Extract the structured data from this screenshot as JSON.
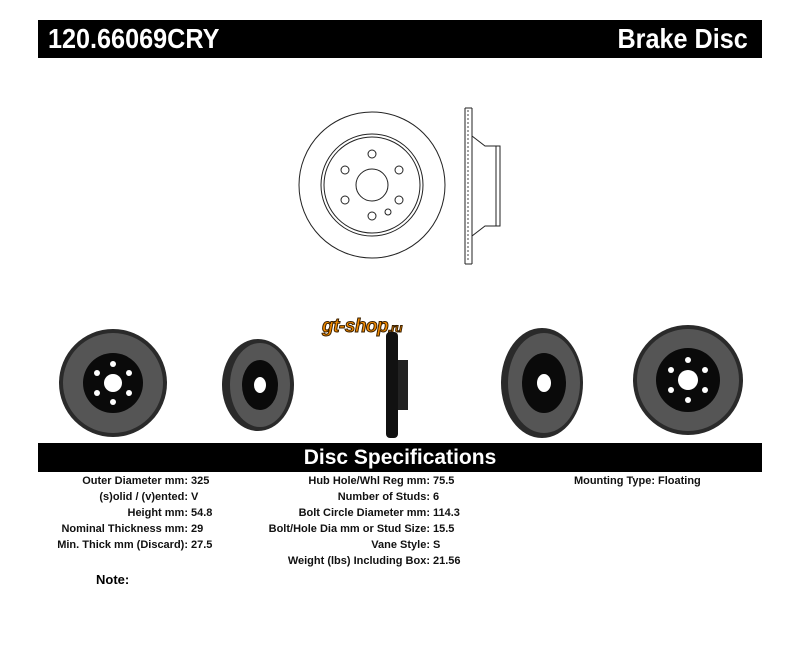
{
  "header": {
    "part_number": "120.66069CRY",
    "product_type": "Brake Disc"
  },
  "logo": {
    "text": "gt-shop",
    "suffix": ".ru"
  },
  "specs_title": "Disc Specifications",
  "specs": {
    "col1": [
      {
        "label": "Outer Diameter mm:",
        "value": "325"
      },
      {
        "label": "(s)olid / (v)ented:",
        "value": "V"
      },
      {
        "label": "Height mm:",
        "value": "54.8"
      },
      {
        "label": "Nominal Thickness mm:",
        "value": "29"
      },
      {
        "label": "Min. Thick mm (Discard):",
        "value": "27.5"
      }
    ],
    "col2": [
      {
        "label": "Hub Hole/Whl Reg mm:",
        "value": "75.5"
      },
      {
        "label": "Number of Studs:",
        "value": "6"
      },
      {
        "label": "Bolt Circle Diameter mm:",
        "value": "114.3"
      },
      {
        "label": "Bolt/Hole Dia mm or Stud Size:",
        "value": "15.5"
      },
      {
        "label": "Vane Style:",
        "value": "S"
      },
      {
        "label": "Weight (lbs) Including Box:",
        "value": "21.56"
      }
    ],
    "col3": [
      {
        "label": "Mounting Type:",
        "value": "Floating"
      }
    ]
  },
  "note_label": "Note:"
}
